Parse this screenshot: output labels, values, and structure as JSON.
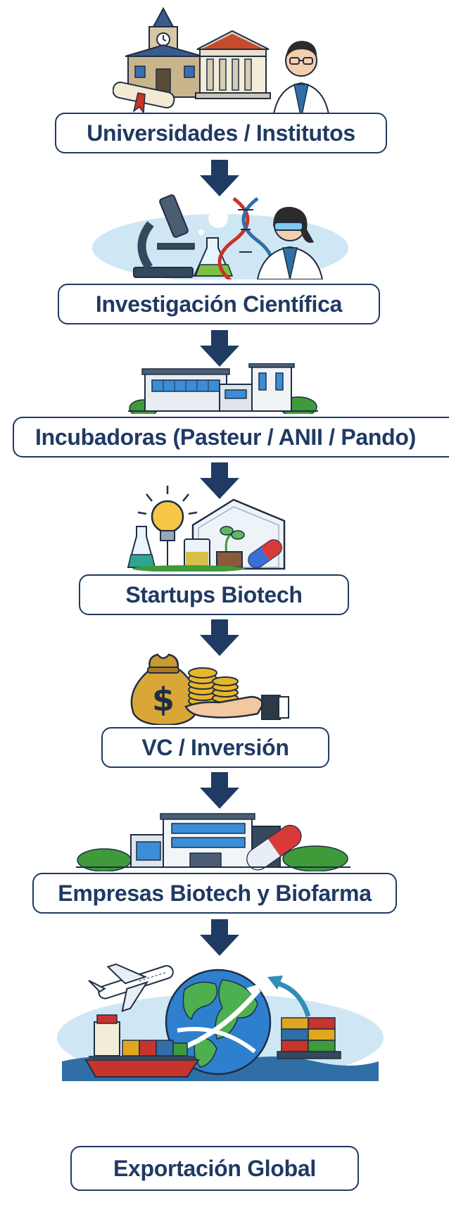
{
  "flow": {
    "steps": [
      {
        "label": "Universidades / Institutos",
        "icon": "university-scientist-icon"
      },
      {
        "label": "Investigación Científica",
        "icon": "microscope-dna-researcher-icon"
      },
      {
        "label": "Incubadoras (Pasteur / ANII / Pando)",
        "icon": "incubator-buildings-icon"
      },
      {
        "label": "Startups Biotech",
        "icon": "lightbulb-lab-greenhouse-icon"
      },
      {
        "label": "VC / Inversión",
        "icon": "moneybag-coins-hand-icon"
      },
      {
        "label": "Empresas Biotech y Biofarma",
        "icon": "factory-capsule-icon"
      },
      {
        "label": "Exportación Global",
        "icon": "globe-plane-ship-icon"
      }
    ]
  },
  "colors": {
    "label_border": "#1f3a63",
    "label_text": "#1f3a63",
    "arrow": "#1f3a63",
    "bubble": "#cfe6f5",
    "green": "#3f9a3a",
    "gold": "#e0a620"
  }
}
